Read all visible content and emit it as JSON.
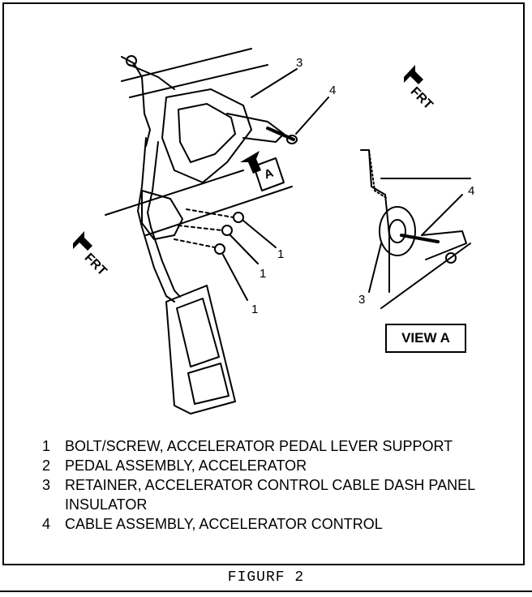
{
  "figure": {
    "caption": "FIGURF 2",
    "callouts": {
      "c3_main": "3",
      "c4_main": "4",
      "c1_a": "1",
      "c1_b": "1",
      "c1_c": "1",
      "c4_view": "4",
      "c3_view": "3"
    },
    "frt_main": "FRT",
    "frt_left": "FRT",
    "view_marker": "A",
    "view_box_label": "VIEW A"
  },
  "legend": [
    {
      "num": "1",
      "text": "BOLT/SCREW, ACCELERATOR PEDAL LEVER SUPPORT"
    },
    {
      "num": "2",
      "text": "PEDAL ASSEMBLY, ACCELERATOR"
    },
    {
      "num": "3",
      "text": "RETAINER, ACCELERATOR CONTROL CABLE DASH PANEL INSULATOR"
    },
    {
      "num": "4",
      "text": "CABLE ASSEMBLY, ACCELERATOR CONTROL"
    }
  ]
}
